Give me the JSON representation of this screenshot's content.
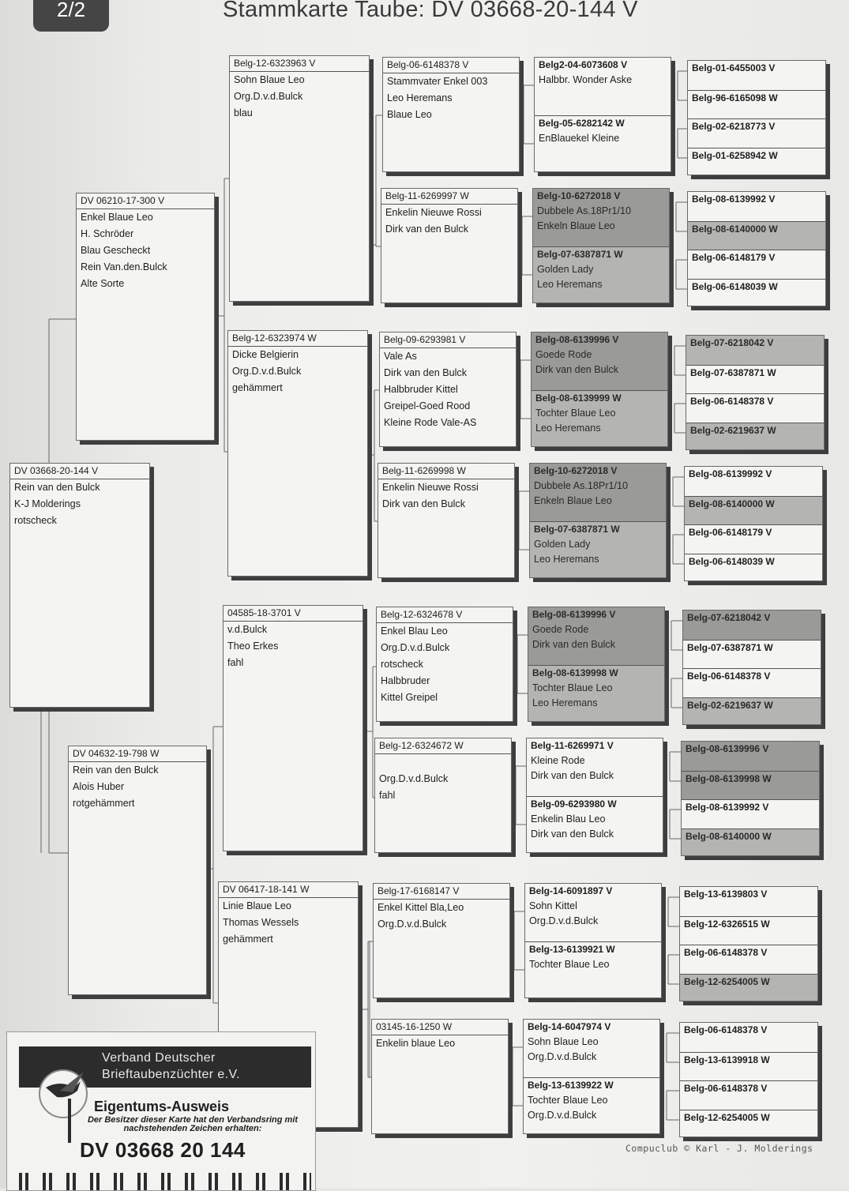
{
  "page": {
    "badge": "2/2",
    "title": "Stammkarte Taube: DV  03668-20-144 V",
    "footer": "Compuclub © Karl - J. Molderings"
  },
  "gen1": {
    "id": "DV 03668-20-144 V",
    "lines": [
      "Rein van den Bulck",
      "K-J Molderings",
      "rotscheck"
    ]
  },
  "gen2": [
    {
      "id": "DV 06210-17-300 V",
      "lines": [
        "Enkel Blaue Leo",
        "H. Schröder",
        "Blau Gescheckt",
        "Rein Van.den.Bulck",
        "Alte Sorte"
      ]
    },
    {
      "id": "DV 04632-19-798 W",
      "lines": [
        "Rein van den Bulck",
        "Alois Huber",
        "rotgehämmert"
      ]
    }
  ],
  "gen3": [
    {
      "id": "Belg-12-6323963 V",
      "lines": [
        "Sohn Blaue Leo",
        "Org.D.v.d.Bulck",
        "blau"
      ]
    },
    {
      "id": "Belg-12-6323974 W",
      "lines": [
        "Dicke Belgierin",
        "Org.D.v.d.Bulck",
        "gehämmert"
      ]
    },
    {
      "id": "04585-18-3701 V",
      "lines": [
        "v.d.Bulck",
        "Theo Erkes",
        "fahl"
      ]
    },
    {
      "id": "DV 06417-18-141 W",
      "lines": [
        "Linie Blaue Leo",
        "Thomas Wessels",
        "gehämmert"
      ]
    }
  ],
  "gen4": [
    {
      "id": "Belg-06-6148378 V",
      "lines": [
        "Stammvater Enkel 003",
        "Leo Heremans",
        "Blaue Leo"
      ]
    },
    {
      "id": "Belg-11-6269997 W",
      "lines": [
        "Enkelin Nieuwe Rossi",
        "Dirk van den Bulck"
      ]
    },
    {
      "id": "Belg-09-6293981 V",
      "lines": [
        "Vale As",
        "Dirk van den Bulck",
        "Halbbruder Kittel",
        "Greipel-Goed Rood",
        "Kleine Rode Vale-AS"
      ]
    },
    {
      "id": "Belg-11-6269998 W",
      "lines": [
        "Enkelin Nieuwe Rossi",
        "Dirk van den Bulck"
      ]
    },
    {
      "id": "Belg-12-6324678 V",
      "lines": [
        "Enkel Blau Leo",
        "Org.D.v.d.Bulck",
        "rotscheck",
        "Halbbruder",
        "Kittel Greipel"
      ]
    },
    {
      "id": "Belg-12-6324672 W",
      "lines": [
        "",
        "Org.D.v.d.Bulck",
        "fahl"
      ]
    },
    {
      "id": "Belg-17-6168147 V",
      "lines": [
        "Enkel Kittel Bla,Leo",
        "Org.D.v.d.Bulck"
      ]
    },
    {
      "id": "03145-16-1250 W",
      "lines": [
        "Enkelin blaue Leo"
      ]
    }
  ],
  "gen5": [
    {
      "id": "Belg2-04-6073608 V",
      "lines": [
        "Halbbr. Wonder Aske"
      ]
    },
    {
      "id": "Belg-05-6282142 W",
      "lines": [
        "EnBlauekel Kleine"
      ]
    },
    {
      "id": "Belg-10-6272018 V",
      "lines": [
        "Dubbele As.18Pr1/10",
        "Enkeln Blaue Leo"
      ]
    },
    {
      "id": "Belg-07-6387871 W",
      "lines": [
        "Golden Lady",
        "Leo Heremans"
      ]
    },
    {
      "id": "Belg-08-6139996 V",
      "lines": [
        "Goede Rode",
        "Dirk van den Bulck"
      ]
    },
    {
      "id": "Belg-08-6139999 W",
      "lines": [
        "Tochter Blaue Leo",
        "Leo Heremans"
      ]
    },
    {
      "id": "Belg-10-6272018 V",
      "lines": [
        "Dubbele As.18Pr1/10",
        "Enkeln Blaue Leo"
      ]
    },
    {
      "id": "Belg-07-6387871 W",
      "lines": [
        "Golden Lady",
        "Leo Heremans"
      ]
    },
    {
      "id": "Belg-08-6139996 V",
      "lines": [
        "Goede Rode",
        "Dirk van den Bulck"
      ]
    },
    {
      "id": "Belg-08-6139998 W",
      "lines": [
        "Tochter Blaue Leo",
        "Leo Heremans"
      ]
    },
    {
      "id": "Belg-11-6269971 V",
      "lines": [
        "Kleine Rode",
        "Dirk van den Bulck"
      ]
    },
    {
      "id": "Belg-09-6293980 W",
      "lines": [
        "Enkelin Blau Leo",
        "Dirk van den Bulck"
      ]
    },
    {
      "id": "Belg-14-6091897 V",
      "lines": [
        "Sohn Kittel",
        "Org.D.v.d.Bulck"
      ]
    },
    {
      "id": "Belg-13-6139921 W",
      "lines": [
        "Tochter Blaue Leo"
      ]
    },
    {
      "id": "Belg-14-6047974 V",
      "lines": [
        "Sohn Blaue Leo",
        "Org.D.v.d.Bulck"
      ]
    },
    {
      "id": "Belg-13-6139922 W",
      "lines": [
        "Tochter Blaue Leo",
        "Org.D.v.d.Bulck"
      ]
    }
  ],
  "gen6": [
    "Belg-01-6455003 V",
    "Belg-96-6165098 W",
    "Belg-02-6218773 V",
    "Belg-01-6258942 W",
    "Belg-08-6139992 V",
    "Belg-08-6140000 W",
    "Belg-06-6148179 V",
    "Belg-06-6148039 W",
    "Belg-07-6218042 V",
    "Belg-07-6387871 W",
    "Belg-06-6148378 V",
    "Belg-02-6219637 W",
    "Belg-08-6139992 V",
    "Belg-08-6140000 W",
    "Belg-06-6148179 V",
    "Belg-06-6148039 W",
    "Belg-07-6218042 V",
    "Belg-07-6387871 W",
    "Belg-06-6148378 V",
    "Belg-02-6219637 W",
    "Belg-08-6139996 V",
    "Belg-08-6139998 W",
    "Belg-08-6139992 V",
    "Belg-08-6140000 W",
    "Belg-13-6139803 V",
    "Belg-12-6326515 W",
    "Belg-06-6148378 V",
    "Belg-12-6254005 W",
    "Belg-06-6148378 V",
    "Belg-13-6139918 W",
    "Belg-06-6148378 V",
    "Belg-12-6254005 W"
  ],
  "card": {
    "org_line1": "Verband Deutscher",
    "org_line2": "Brieftaubenzüchter e.V.",
    "heading": "Eigentums-Ausweis",
    "text": "Der Besitzer dieser Karte hat den Verbandsring mit nachstehenden Zeichen erhalten:",
    "ring": "DV 03668 20 144"
  }
}
